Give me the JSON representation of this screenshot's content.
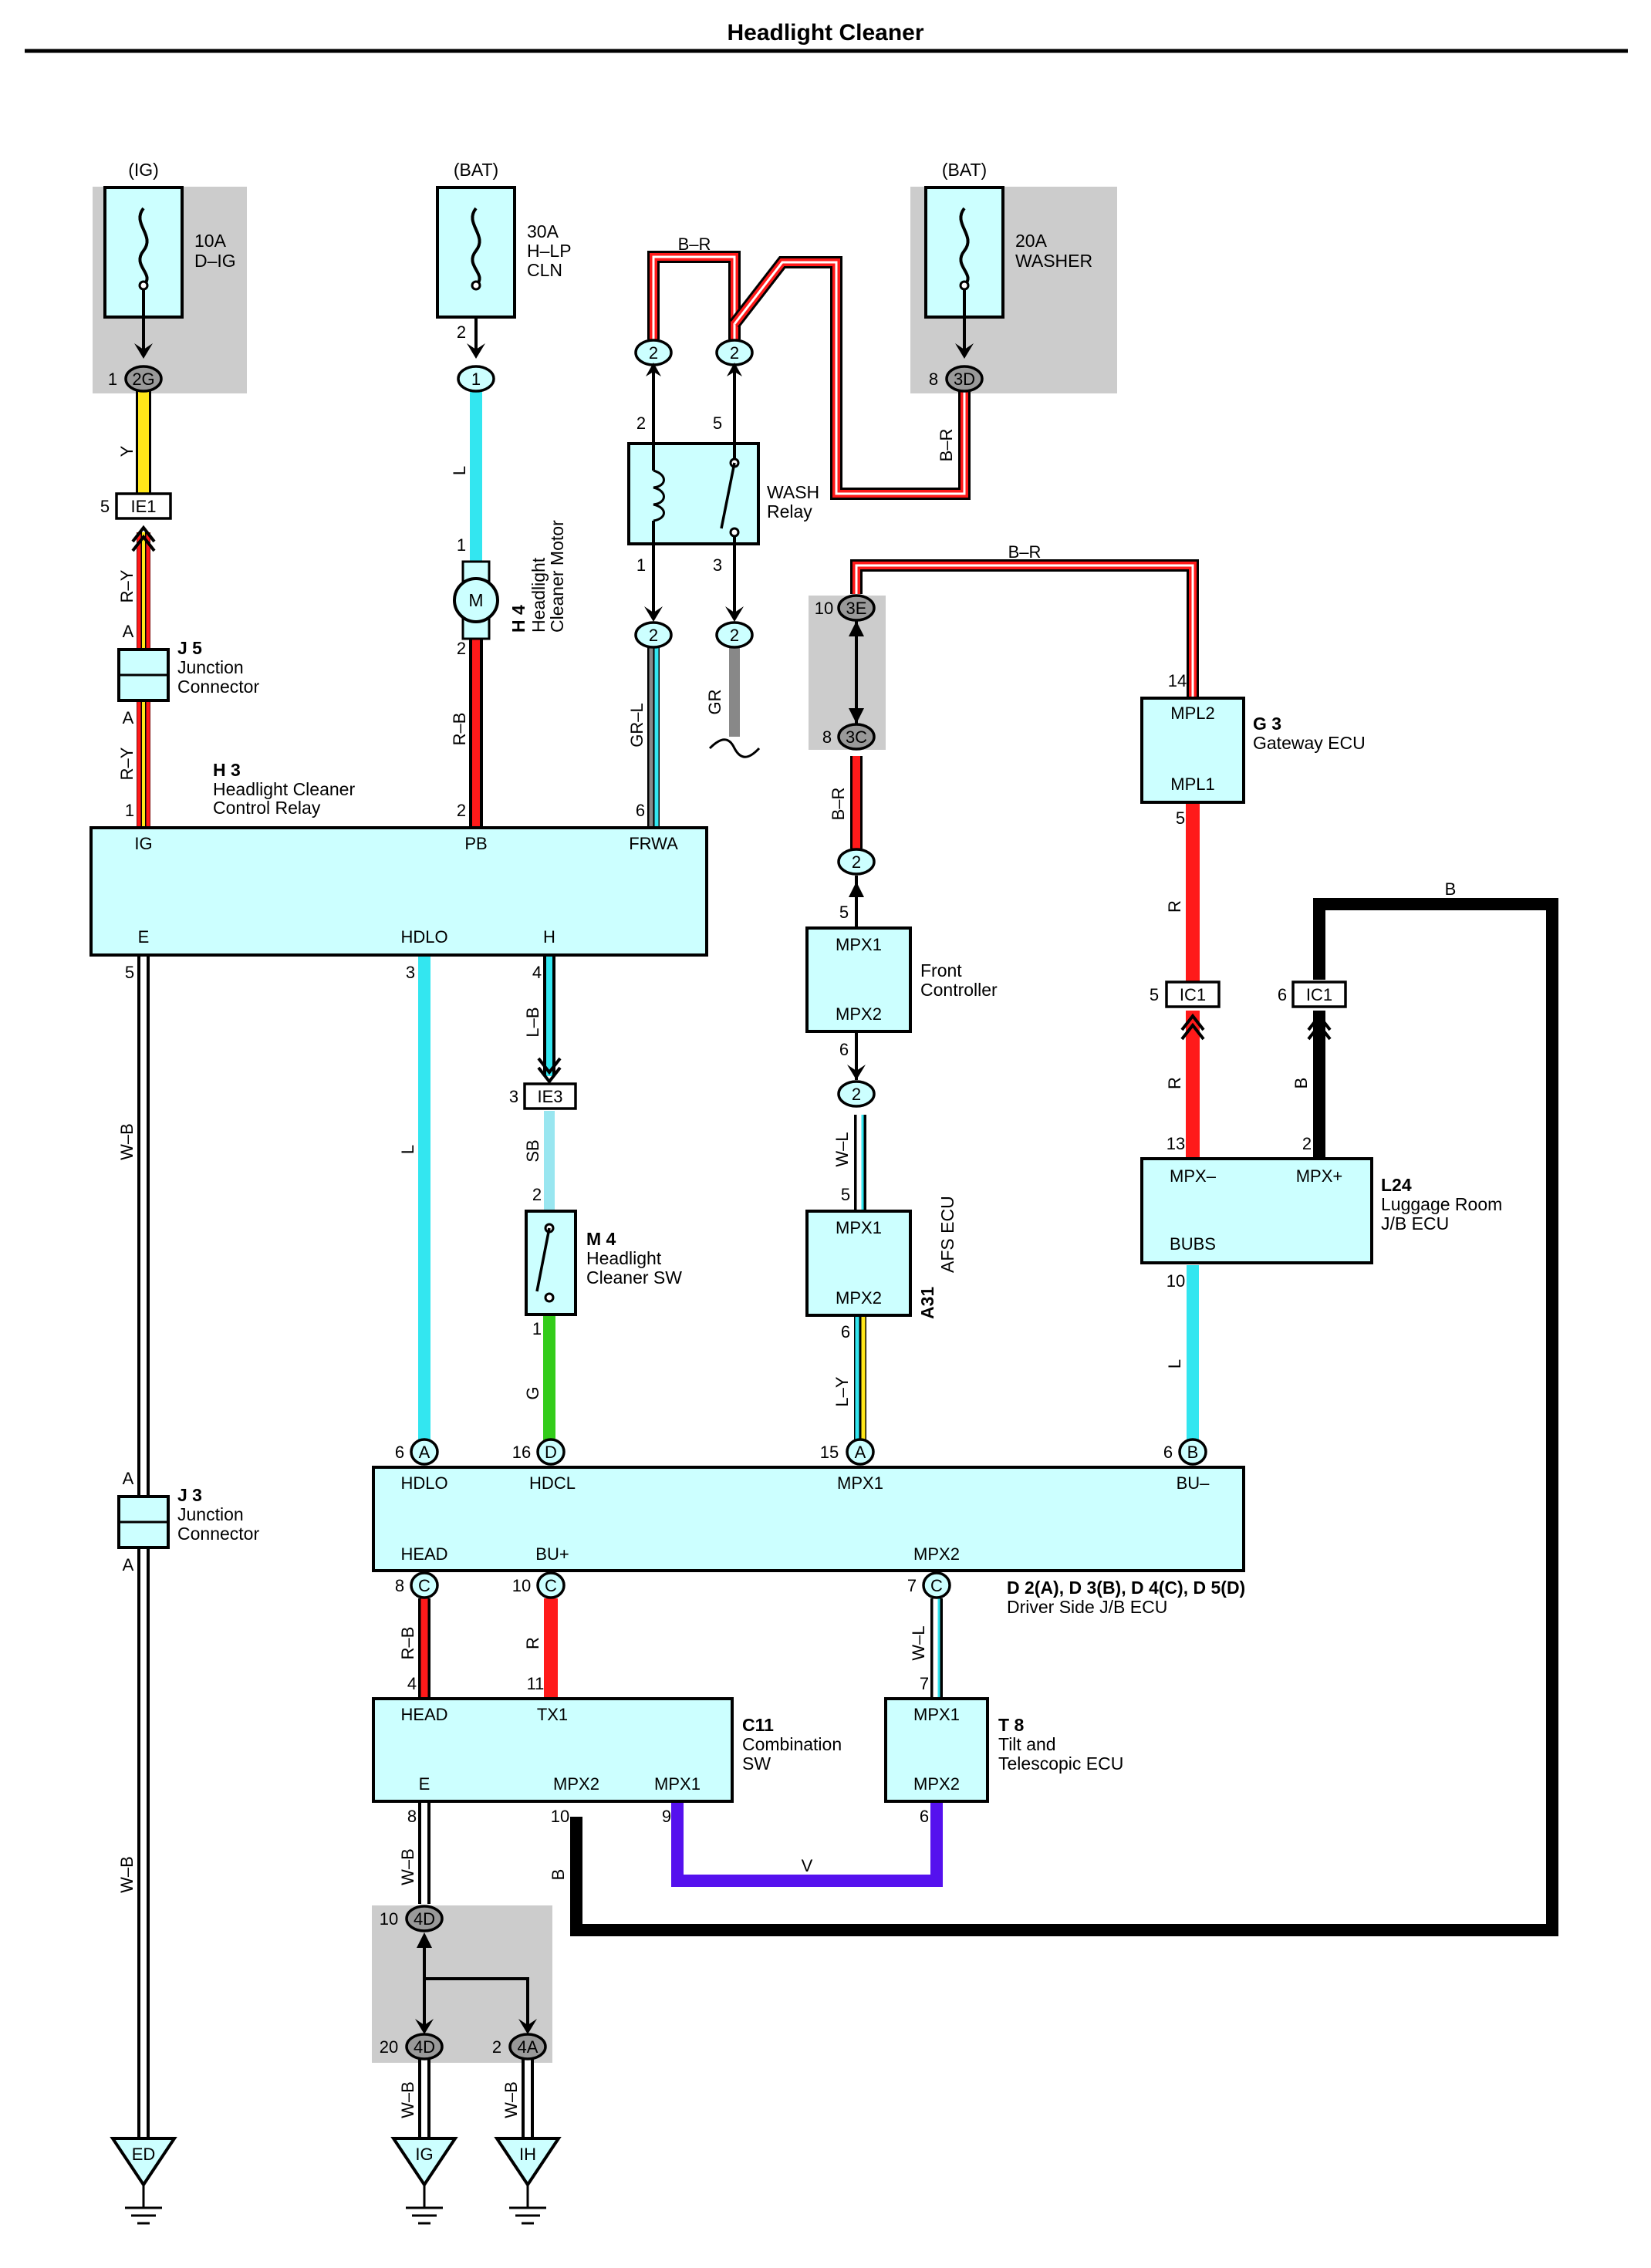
{
  "title": "Headlight Cleaner",
  "fuses": [
    {
      "supply": "(IG)",
      "amps": "10A",
      "name": "D–IG",
      "name2": ""
    },
    {
      "supply": "(BAT)",
      "amps": "30A",
      "name": "H–LP",
      "name2": "CLN"
    },
    {
      "supply": "(BAT)",
      "amps": "20A",
      "name": "WASHER",
      "name2": ""
    }
  ],
  "components": {
    "wash_relay": {
      "name": "WASH",
      "name2": "Relay"
    },
    "j5": {
      "code": "J 5",
      "name": "Junction",
      "name2": "Connector"
    },
    "j3": {
      "code": "J 3",
      "name": "Junction",
      "name2": "Connector"
    },
    "h4": {
      "code": "H 4",
      "name": "Headlight",
      "name2": "Cleaner Motor",
      "symbol": "M"
    },
    "h3": {
      "code": "H 3",
      "name": "Headlight Cleaner",
      "name2": "Control Relay",
      "pins": [
        "IG",
        "PB",
        "FRWA",
        "E",
        "HDLO",
        "H"
      ]
    },
    "g3": {
      "code": "G 3",
      "name": "Gateway ECU",
      "pins": [
        "MPL2",
        "MPL1"
      ]
    },
    "front_ctrl": {
      "name": "Front",
      "name2": "Controller",
      "pins": [
        "MPX1",
        "MPX2"
      ]
    },
    "m4": {
      "code": "M 4",
      "name": "Headlight",
      "name2": "Cleaner SW"
    },
    "a31": {
      "code": "A31",
      "name": "AFS ECU",
      "pins": [
        "MPX1",
        "MPX2"
      ]
    },
    "l24": {
      "code": "L24",
      "name": "Luggage Room",
      "name2": "J/B ECU",
      "pins": [
        "MPX–",
        "MPX+",
        "BUBS"
      ]
    },
    "d2": {
      "code": "D 2(A), D 3(B), D 4(C), D 5(D)",
      "name": "Driver Side J/B ECU",
      "pins": [
        "HDLO",
        "HDCL",
        "MPX1",
        "BU–",
        "HEAD",
        "BU+",
        "MPX2"
      ]
    },
    "c11": {
      "code": "C11",
      "name": "Combination",
      "name2": "SW",
      "pins": [
        "HEAD",
        "TX1",
        "E",
        "MPX2",
        "MPX1"
      ]
    },
    "t8": {
      "code": "T 8",
      "name": "Tilt and",
      "name2": "Telescopic ECU",
      "pins": [
        "MPX1",
        "MPX2"
      ]
    }
  },
  "connectors": {
    "c2g": "2G",
    "c1": "1",
    "c2": "2",
    "c3d": "3D",
    "ie1": "IE1",
    "ie3": "IE3",
    "c3e": "3E",
    "c3c": "3C",
    "ic1": "IC1",
    "a": "A",
    "b": "B",
    "c": "C",
    "d": "D",
    "c4d": "4D",
    "c4a": "4A"
  },
  "grounds": [
    "ED",
    "IG",
    "IH"
  ],
  "wires": {
    "y": "Y",
    "r_y": "R–Y",
    "l": "L",
    "r_b": "R–B",
    "b_r": "B–R",
    "gr_l": "GR–L",
    "gr": "GR",
    "w_b": "W–B",
    "l_b": "L–B",
    "sb": "SB",
    "g": "G",
    "w_l": "W–L",
    "l_y": "L–Y",
    "r": "R",
    "b": "B",
    "v": "V"
  },
  "pins": {
    "p1": "1",
    "p2": "2",
    "p3": "3",
    "p4": "4",
    "p5": "5",
    "p6": "6",
    "p7": "7",
    "p8": "8",
    "p9": "9",
    "p10": "10",
    "p11": "11",
    "p13": "13",
    "p14": "14",
    "p15": "15",
    "p16": "16",
    "p20": "20",
    "pA": "A"
  },
  "colors": {
    "L": "#33e6f0",
    "R": "#ff1a1a",
    "Y": "#ffe619",
    "G": "#33cc1a",
    "SB": "#99e6f0",
    "V": "#5511ee",
    "B": "#000000",
    "GR": "#888888",
    "box_fill": "#ccffff",
    "shade": "#cccccc"
  }
}
